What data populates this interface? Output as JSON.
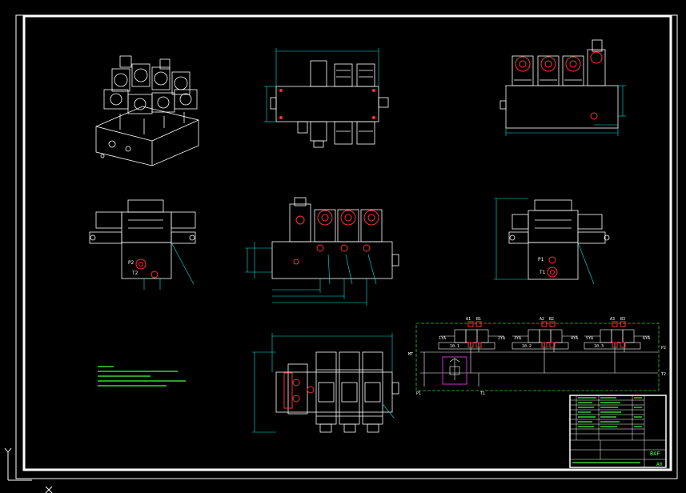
{
  "colors": {
    "background": "#000000",
    "frame": "#ffffff",
    "part": "#ffffff",
    "dimension": "#00e5e5",
    "accent": "#ff3030",
    "notes": "#44ff44",
    "schematic": "#33cc33",
    "symbol": "#cc33cc"
  },
  "views": {
    "front_left": {
      "port_p": "P2",
      "port_t": "T2"
    },
    "front_right": {
      "port_p": "P1",
      "port_t": "T1"
    }
  },
  "schematic": {
    "section_labels": [
      "10.1",
      "10.2",
      "10.3"
    ],
    "coil_labels": [
      "1YA",
      "2YA",
      "3YA",
      "4YA",
      "5YA",
      "6YA"
    ],
    "work_ports": [
      "A1",
      "B1",
      "A2",
      "B2",
      "A3",
      "B3"
    ],
    "side_ports": [
      "MT",
      "P2",
      "T2",
      "P1",
      "T1"
    ]
  },
  "title_block": {
    "drawing_code": "BAF",
    "sheet_size": "A0"
  }
}
